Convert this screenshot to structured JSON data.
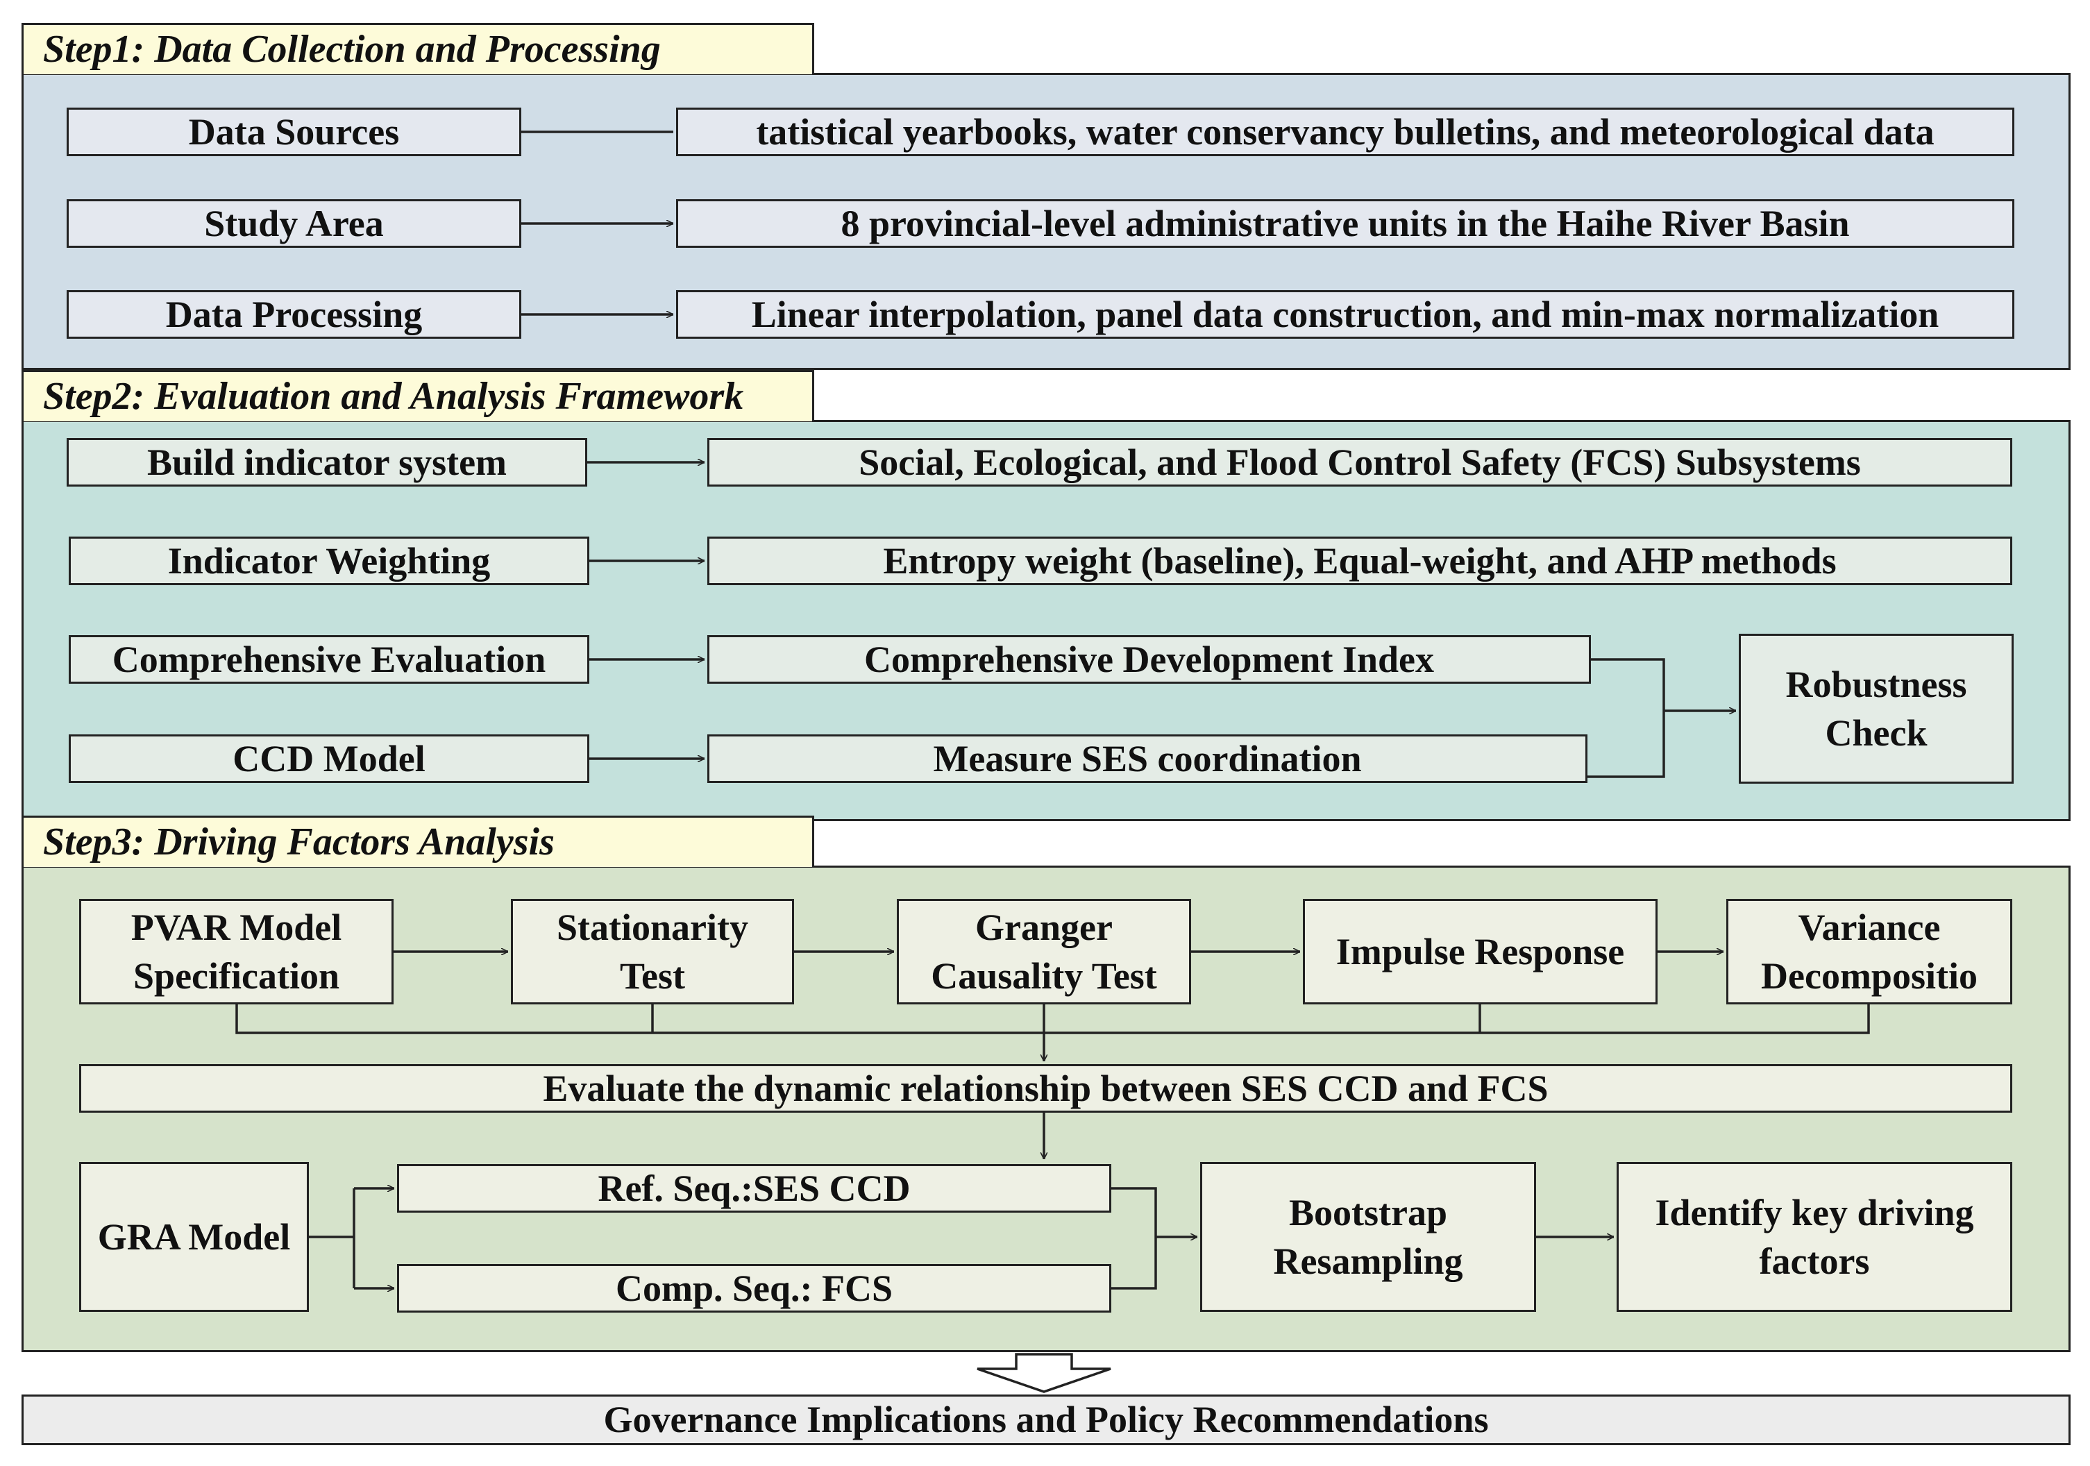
{
  "colors": {
    "step1_bg": "#d0dde7",
    "step2_bg": "#c4e1dc",
    "step3_bg": "#d6e3cb",
    "tab_bg": "#fdfbd9",
    "line": "#222222"
  },
  "step1": {
    "title": "Step1: Data Collection and Processing",
    "rows": [
      {
        "label": "Data Sources",
        "detail": "tatistical yearbooks, water conservancy bulletins, and meteorological data"
      },
      {
        "label": "Study Area",
        "detail": "8 provincial-level administrative units in the Haihe River Basin"
      },
      {
        "label": "Data Processing",
        "detail": "Linear interpolation, panel data construction, and min-max normalization"
      }
    ]
  },
  "step2": {
    "title": "Step2: Evaluation and Analysis Framework",
    "rows": [
      {
        "label": "Build indicator system",
        "detail": "Social, Ecological, and Flood Control Safety (FCS) Subsystems"
      },
      {
        "label": "Indicator Weighting",
        "detail": "Entropy weight (baseline), Equal-weight, and AHP methods"
      },
      {
        "label": "Comprehensive Evaluation",
        "detail": "Comprehensive Development Index"
      },
      {
        "label": "CCD Model",
        "detail": "Measure SES coordination"
      }
    ],
    "robustness": "Robustness Check"
  },
  "step3": {
    "title": "Step3: Driving Factors Analysis",
    "pipeline": [
      "PVAR Model Specification",
      "Stationarity Test",
      "Granger Causality Test",
      "Impulse Response",
      "Variance Decompositio"
    ],
    "evaluate": "Evaluate the dynamic relationship between SES CCD and FCS",
    "gra_model": "GRA Model",
    "ref_seq": "Ref. Seq.:SES CCD",
    "comp_seq": "Comp. Seq.: FCS",
    "bootstrap": "Bootstrap Resampling",
    "identify": "Identify key driving factors"
  },
  "footer": {
    "label": "Governance Implications and Policy Recommendations"
  }
}
